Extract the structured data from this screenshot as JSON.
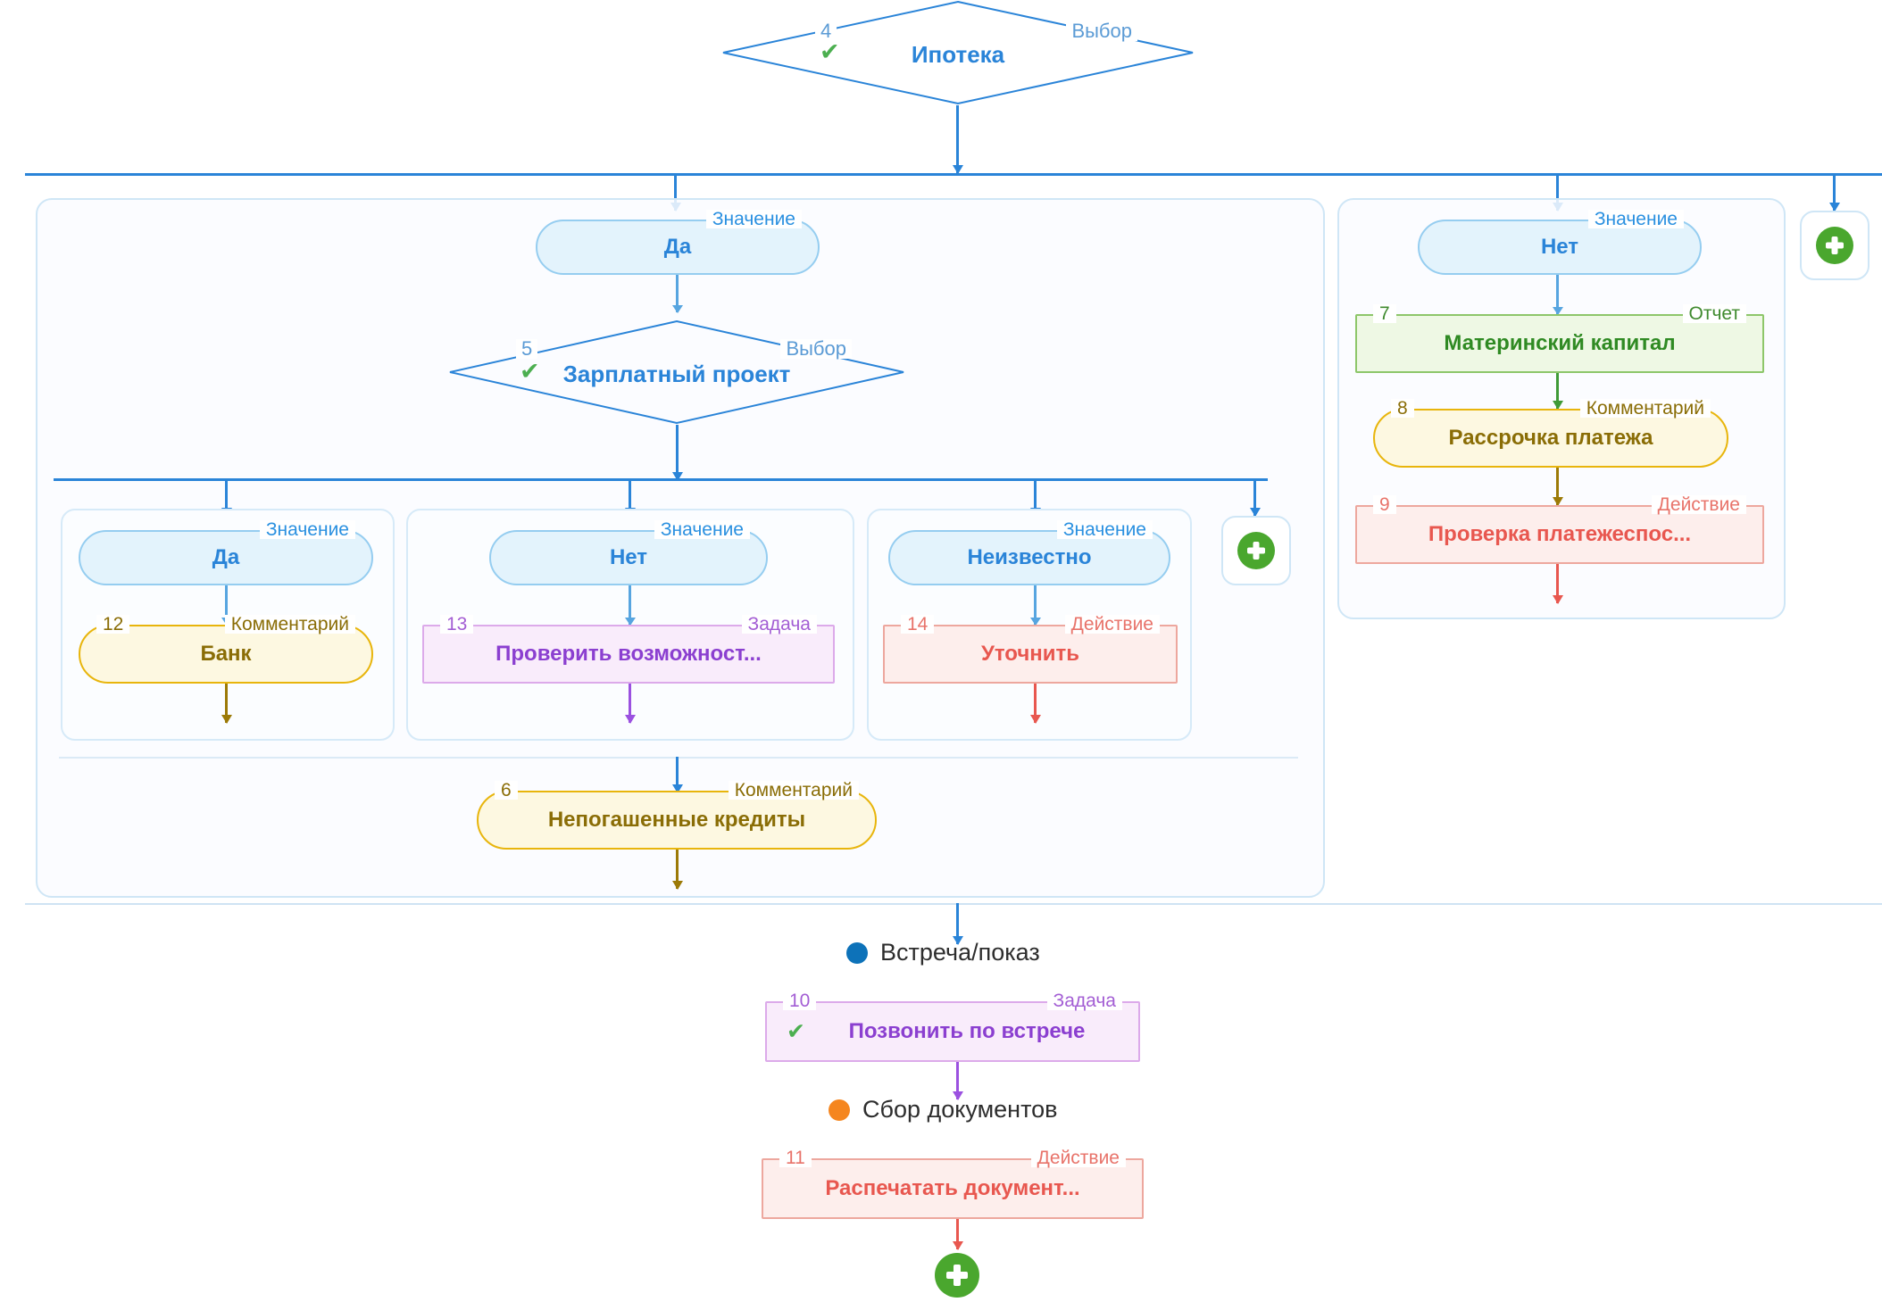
{
  "meta": {
    "title": "Схема сценария сделки",
    "colors": {
      "blue": "#2a84d8",
      "value_fill": "#e3f3fc",
      "comment": "#e8b50c",
      "report": "#8dc66a",
      "action": "#eda79e",
      "task": "#dcaaea",
      "green_plus": "#4aa72e",
      "stage_meeting": "#0d72b9",
      "stage_docs": "#f5861f"
    },
    "kinds": {
      "choice": "Выбор",
      "value": "Значение",
      "comment": "Комментарий",
      "report": "Отчет",
      "action": "Действие",
      "task": "Задача"
    },
    "check_glyph": "✔",
    "plus_glyph": "+"
  },
  "nodes": {
    "n4": {
      "num": "4",
      "kind": "Выбор",
      "title": "Ипотека",
      "checked": true
    },
    "v_da_top": {
      "kind": "Значение",
      "title": "Да"
    },
    "v_net_top": {
      "kind": "Значение",
      "title": "Нет"
    },
    "n5": {
      "num": "5",
      "kind": "Выбор",
      "title": "Зарплатный проект",
      "checked": true
    },
    "v_da": {
      "kind": "Значение",
      "title": "Да"
    },
    "v_net": {
      "kind": "Значение",
      "title": "Нет"
    },
    "v_unk": {
      "kind": "Значение",
      "title": "Неизвестно"
    },
    "n12": {
      "num": "12",
      "kind": "Комментарий",
      "title": "Банк",
      "checked": false
    },
    "n13": {
      "num": "13",
      "kind": "Задача",
      "title": "Проверить возможност...",
      "checked": false
    },
    "n14": {
      "num": "14",
      "kind": "Действие",
      "title": "Уточнить",
      "checked": false
    },
    "n6": {
      "num": "6",
      "kind": "Комментарий",
      "title": "Непогашенные кредиты",
      "checked": false
    },
    "n7": {
      "num": "7",
      "kind": "Отчет",
      "title": "Материнский капитал",
      "checked": false
    },
    "n8": {
      "num": "8",
      "kind": "Комментарий",
      "title": "Рассрочка платежа",
      "checked": false
    },
    "n9": {
      "num": "9",
      "kind": "Действие",
      "title": "Проверка платежеспос...",
      "checked": false
    },
    "n10": {
      "num": "10",
      "kind": "Задача",
      "title": "Позвонить по встрече",
      "checked": true
    },
    "n11": {
      "num": "11",
      "kind": "Действие",
      "title": "Распечатать документ...",
      "checked": false
    }
  },
  "stages": [
    {
      "id": "meeting",
      "label": "Встреча/показ",
      "color": "#0d72b9"
    },
    {
      "id": "docs",
      "label": "Сбор документов",
      "color": "#f5861f"
    }
  ],
  "add_buttons": [
    {
      "id": "add-branch-top-right",
      "label": "+"
    },
    {
      "id": "add-branch-inner-right",
      "label": "+"
    },
    {
      "id": "add-step-bottom",
      "label": "+"
    }
  ]
}
